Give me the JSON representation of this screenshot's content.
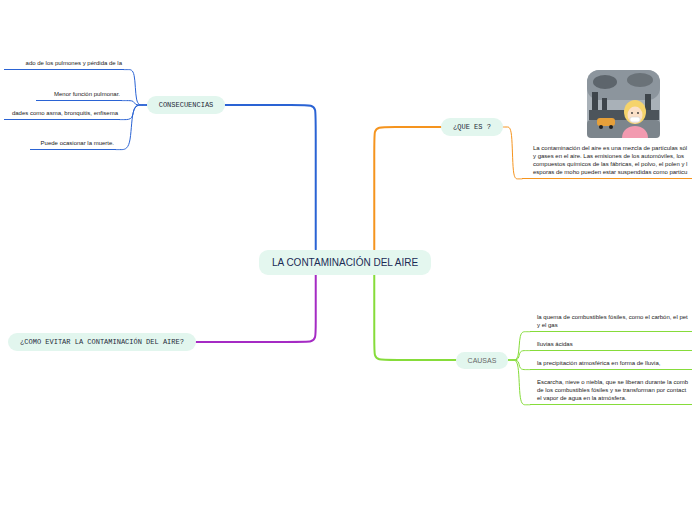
{
  "diagram": {
    "nodes": [
      {
        "text": [
          "LA CONTAMINACIÓN DEL AIRE"
        ]
      },
      {
        "text": [
          "CONSECUENCIAS"
        ]
      },
      {
        "text": [
          "ado de los pulmones y pérdida de la"
        ]
      },
      {
        "text": [
          "Menor función pulmonar."
        ]
      },
      {
        "text": [
          "dades como asma, bronquitis, enfisema"
        ]
      },
      {
        "text": [
          "Puede ocasionar la muerte."
        ]
      },
      {
        "text": [
          "¿QUE ES ?"
        ]
      },
      {
        "text": [
          "La contaminación del aire es una mezcla de partículas sól y gases en el aire. Las emisiones de los automóviles, los compuestos químicos de las fábricas, el polvo, el polen y l esporas de moho pueden estar suspendidas como particu"
        ]
      },
      {
        "text": [
          "CAUSAS"
        ]
      },
      {
        "text": [
          "la quema de combustibles fósiles, como el carbón, el pet y el gas"
        ]
      },
      {
        "text": [
          "lluvias ácidas"
        ]
      },
      {
        "text": [
          "la precipitación atmosférica en forma de lluvia,"
        ]
      },
      {
        "text": [
          "Escarcha, nieve o niebla, que se liberan durante la comb de los combustibles fósiles y se transforman por contact el vapor de agua en la atmósfera."
        ]
      },
      {
        "text": [
          "¿COMO EVITAR LA CONTAMINACIÓN DEL AIRE?"
        ]
      }
    ],
    "edges": [
      {
        "from": 0,
        "to": 1,
        "arrow": "none"
      },
      {
        "from": 1,
        "to": 2,
        "arrow": "none"
      },
      {
        "from": 1,
        "to": 3,
        "arrow": "none"
      },
      {
        "from": 1,
        "to": 4,
        "arrow": "none"
      },
      {
        "from": 1,
        "to": 5,
        "arrow": "none"
      },
      {
        "from": 0,
        "to": 6,
        "arrow": "none"
      },
      {
        "from": 6,
        "to": 7,
        "arrow": "none"
      },
      {
        "from": 0,
        "to": 8,
        "arrow": "none"
      },
      {
        "from": 8,
        "to": 9,
        "arrow": "none"
      },
      {
        "from": 8,
        "to": 10,
        "arrow": "none"
      },
      {
        "from": 8,
        "to": 11,
        "arrow": "none"
      },
      {
        "from": 8,
        "to": 12,
        "arrow": "none"
      },
      {
        "from": 0,
        "to": 13,
        "arrow": "none"
      }
    ]
  }
}
